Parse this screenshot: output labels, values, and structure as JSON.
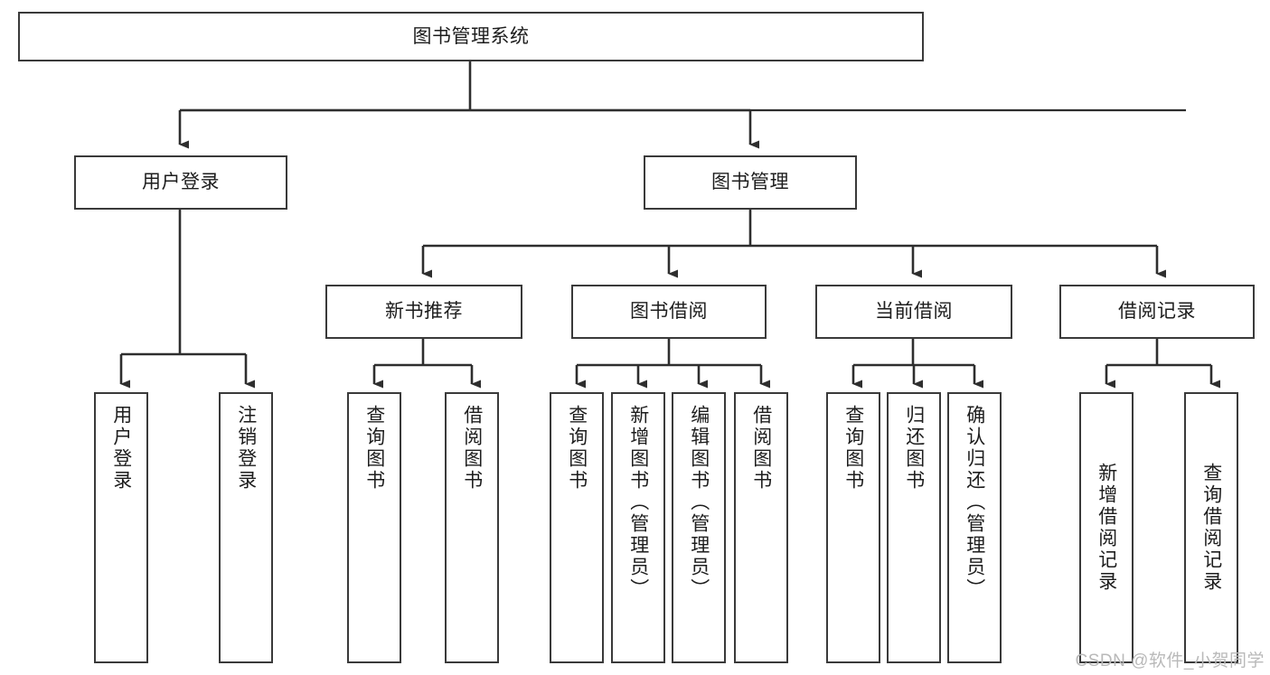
{
  "diagram": {
    "title": "图书管理系统",
    "type": "tree-hierarchy-diagram",
    "root": {
      "label": "图书管理系统"
    },
    "level2": [
      {
        "label": "用户登录"
      },
      {
        "label": "图书管理"
      }
    ],
    "level3": [
      {
        "label": "新书推荐"
      },
      {
        "label": "图书借阅"
      },
      {
        "label": "当前借阅"
      },
      {
        "label": "借阅记录"
      }
    ],
    "leaves": {
      "user_login": [
        {
          "label": "用户登录"
        },
        {
          "label": "注销登录"
        }
      ],
      "new_book_recommend": [
        {
          "label": "查询图书"
        },
        {
          "label": "借阅图书"
        }
      ],
      "book_borrow": [
        {
          "label": "查询图书"
        },
        {
          "label": "新增图书（管理员）"
        },
        {
          "label": "编辑图书（管理员）"
        },
        {
          "label": "借阅图书"
        }
      ],
      "current_borrow": [
        {
          "label": "查询图书"
        },
        {
          "label": "归还图书"
        },
        {
          "label": "确认归还（管理员）"
        }
      ],
      "borrow_record": [
        {
          "label": "新增借阅记录"
        },
        {
          "label": "查询借阅记录"
        }
      ]
    }
  },
  "watermark": {
    "text": "CSDN @软件_小贺同学"
  },
  "colors": {
    "stroke": "#3a3a3a",
    "text": "#1d1d1d",
    "background": "#ffffff",
    "watermark": "#b9b9b9"
  }
}
